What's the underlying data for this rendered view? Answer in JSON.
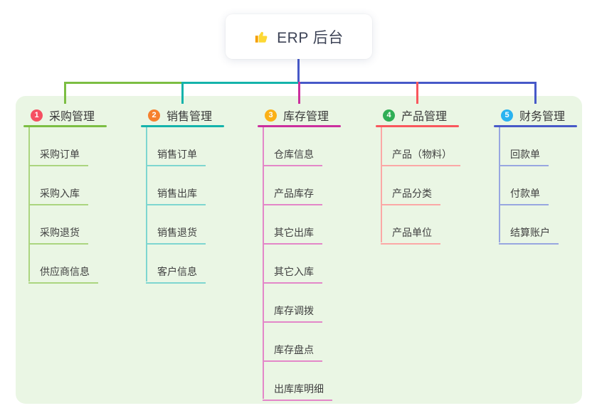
{
  "root": {
    "title": "ERP 后台",
    "icon": "thumbs-up-icon"
  },
  "connector_color": "#4759c8",
  "panel_color": "#eaf6e4",
  "branches": [
    {
      "index": "1",
      "label": "采购管理",
      "badge_color": "#f55062",
      "color": "#7cbe43",
      "light_color": "#abd57f",
      "children": [
        "采购订单",
        "采购入库",
        "采购退货",
        "供应商信息"
      ]
    },
    {
      "index": "2",
      "label": "销售管理",
      "badge_color": "#f6802e",
      "color": "#14b3ab",
      "light_color": "#7ed6d0",
      "children": [
        "销售订单",
        "销售出库",
        "销售退货",
        "客户信息"
      ]
    },
    {
      "index": "3",
      "label": "库存管理",
      "badge_color": "#fbb016",
      "color": "#cb2f9e",
      "light_color": "#e387c8",
      "children": [
        "仓库信息",
        "产品库存",
        "其它出库",
        "其它入库",
        "库存调拨",
        "库存盘点",
        "出库库明细"
      ]
    },
    {
      "index": "4",
      "label": "产品管理",
      "badge_color": "#2fae55",
      "color": "#f9575d",
      "light_color": "#fba8a6",
      "children": [
        "产品（物料）",
        "产品分类",
        "产品单位"
      ]
    },
    {
      "index": "5",
      "label": "财务管理",
      "badge_color": "#2ab3f0",
      "color": "#4759c8",
      "light_color": "#98a7e0",
      "children": [
        "回款单",
        "付款单",
        "结算账户"
      ]
    }
  ]
}
